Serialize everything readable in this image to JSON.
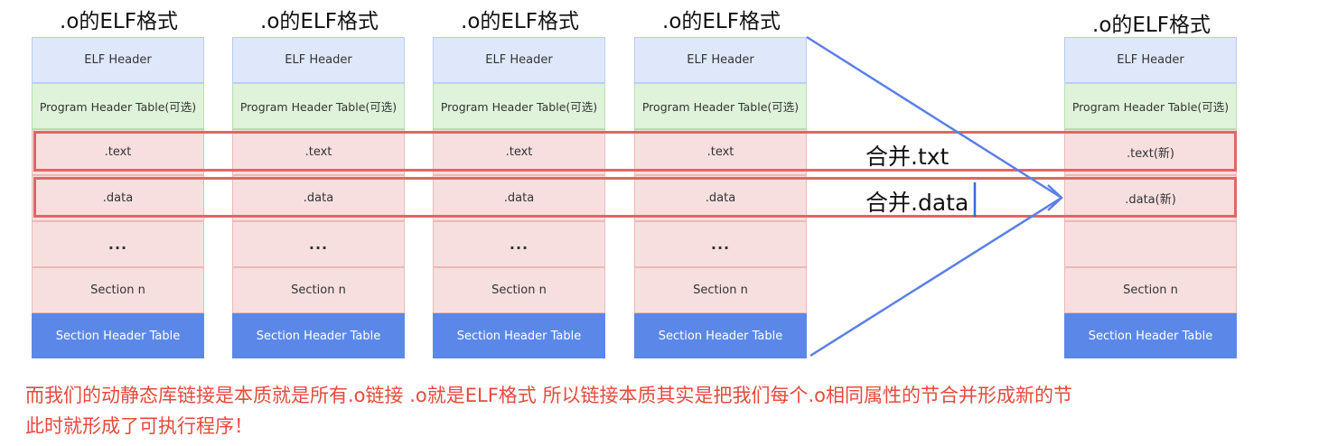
{
  "columns": [
    {
      "title": ".o的ELF格式",
      "elf_header": "ELF Header",
      "program_header_table": "Program Header Table(可选)",
      "text": ".text",
      "data": ".data",
      "dots": "...",
      "section_n": "Section n",
      "section_header_table": "Section Header Table"
    },
    {
      "title": ".o的ELF格式",
      "elf_header": "ELF Header",
      "program_header_table": "Program Header Table(可选)",
      "text": ".text",
      "data": ".data",
      "dots": "...",
      "section_n": "Section n",
      "section_header_table": "Section Header Table"
    },
    {
      "title": ".o的ELF格式",
      "elf_header": "ELF Header",
      "program_header_table": "Program Header Table(可选)",
      "text": ".text",
      "data": ".data",
      "dots": "...",
      "section_n": "Section n",
      "section_header_table": "Section Header Table"
    },
    {
      "title": ".o的ELF格式",
      "elf_header": "ELF Header",
      "program_header_table": "Program Header Table(可选)",
      "text": ".text",
      "data": ".data",
      "dots": "...",
      "section_n": "Section n",
      "section_header_table": "Section Header Table"
    }
  ],
  "result": {
    "title": ".o的ELF格式",
    "elf_header": "ELF Header",
    "program_header_table": "Program Header Table(可选)",
    "text": ".text(新)",
    "data": ".data(新)",
    "dots": "",
    "section_n": "Section n",
    "section_header_table": "Section Header Table"
  },
  "merge_labels": {
    "text": "合并.txt",
    "data": "合并.data"
  },
  "footer": {
    "line1": "而我们的动静态库链接是本质就是所有.o链接 .o就是ELF格式 所以链接本质其实是把我们每个.o相同属性的节合并形成新的节",
    "line2": "此时就形成了可执行程序！"
  },
  "colors": {
    "header_fill": "#dfe8fb",
    "program_header_fill": "#def3da",
    "section_fill": "#f7dfdf",
    "section_header_table_fill": "#5b88e8",
    "merge_band_stroke": "#e06666",
    "arrow_stroke": "#5b7fe8",
    "footer_text": "#e64a3c"
  }
}
